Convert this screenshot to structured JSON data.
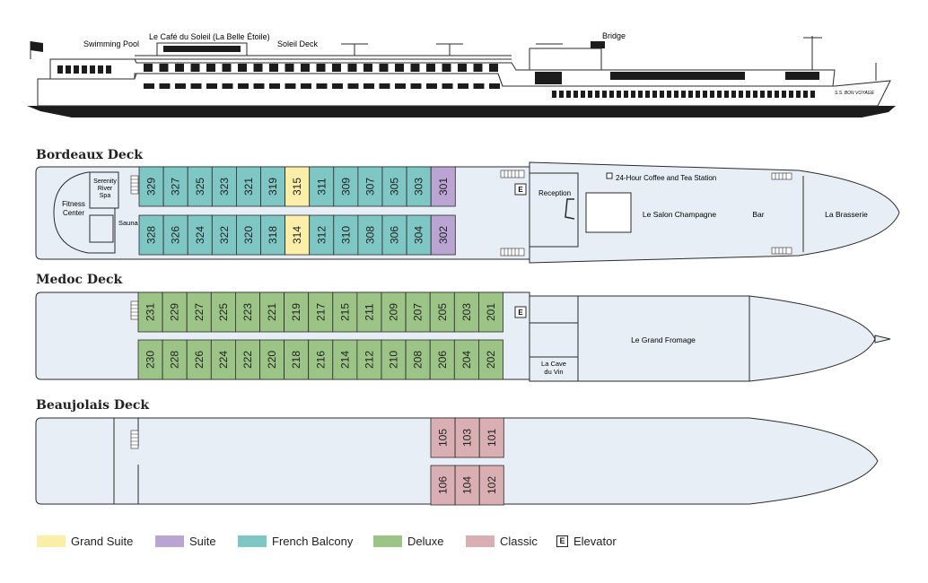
{
  "colors": {
    "grand_suite": "#faeea8",
    "suite": "#b9a4d2",
    "french_balcony": "#7fc7c4",
    "deluxe": "#9dc487",
    "classic": "#d9afb3",
    "hull_fill": "#e8eef6",
    "outline": "#2a2a2a"
  },
  "ship_profile": {
    "labels": {
      "swimming_pool": "Swimming Pool",
      "cafe": "Le Café du Soleil (La Belle Étoile)",
      "soleil_deck": "Soleil Deck",
      "bridge": "Bridge",
      "ship_name": "S.S. BON VOYAGE"
    }
  },
  "decks": {
    "bordeaux": {
      "title": "Bordeaux Deck",
      "rooms": {
        "fitness": "Fitness Center",
        "spa": "Serenity River Spa",
        "sauna": "Sauna",
        "reception": "Reception",
        "coffee": "24-Hour Coffee and Tea Station",
        "salon": "Le Salon Champagne",
        "bar": "Bar",
        "brasserie": "La Brasserie",
        "elevator": "E"
      },
      "cabins_top": [
        "329",
        "327",
        "325",
        "323",
        "321",
        "319",
        "315",
        "311",
        "309",
        "307",
        "305",
        "303",
        "301"
      ],
      "cabins_bottom": [
        "328",
        "326",
        "324",
        "322",
        "320",
        "318",
        "314",
        "312",
        "310",
        "308",
        "306",
        "304",
        "302"
      ],
      "types_top": [
        "fb",
        "fb",
        "fb",
        "fb",
        "fb",
        "fb",
        "gs",
        "fb",
        "fb",
        "fb",
        "fb",
        "fb",
        "su"
      ],
      "types_bottom": [
        "fb",
        "fb",
        "fb",
        "fb",
        "fb",
        "fb",
        "gs",
        "fb",
        "fb",
        "fb",
        "fb",
        "fb",
        "su"
      ]
    },
    "medoc": {
      "title": "Medoc Deck",
      "rooms": {
        "fromage": "Le Grand Fromage",
        "cave": "La Cave du Vin",
        "elevator": "E"
      },
      "cabins_top": [
        "231",
        "229",
        "227",
        "225",
        "223",
        "221",
        "219",
        "217",
        "215",
        "211",
        "209",
        "207",
        "205",
        "203",
        "201"
      ],
      "cabins_bottom": [
        "230",
        "228",
        "226",
        "224",
        "222",
        "220",
        "218",
        "216",
        "214",
        "212",
        "210",
        "208",
        "206",
        "204",
        "202"
      ]
    },
    "beaujolais": {
      "title": "Beaujolais Deck",
      "cabins_top": [
        "105",
        "103",
        "101"
      ],
      "cabins_bottom": [
        "106",
        "104",
        "102"
      ]
    }
  },
  "legend": {
    "grand_suite": "Grand Suite",
    "suite": "Suite",
    "french_balcony": "French Balcony",
    "deluxe": "Deluxe",
    "classic": "Classic",
    "elevator_symbol": "E",
    "elevator": "Elevator"
  }
}
